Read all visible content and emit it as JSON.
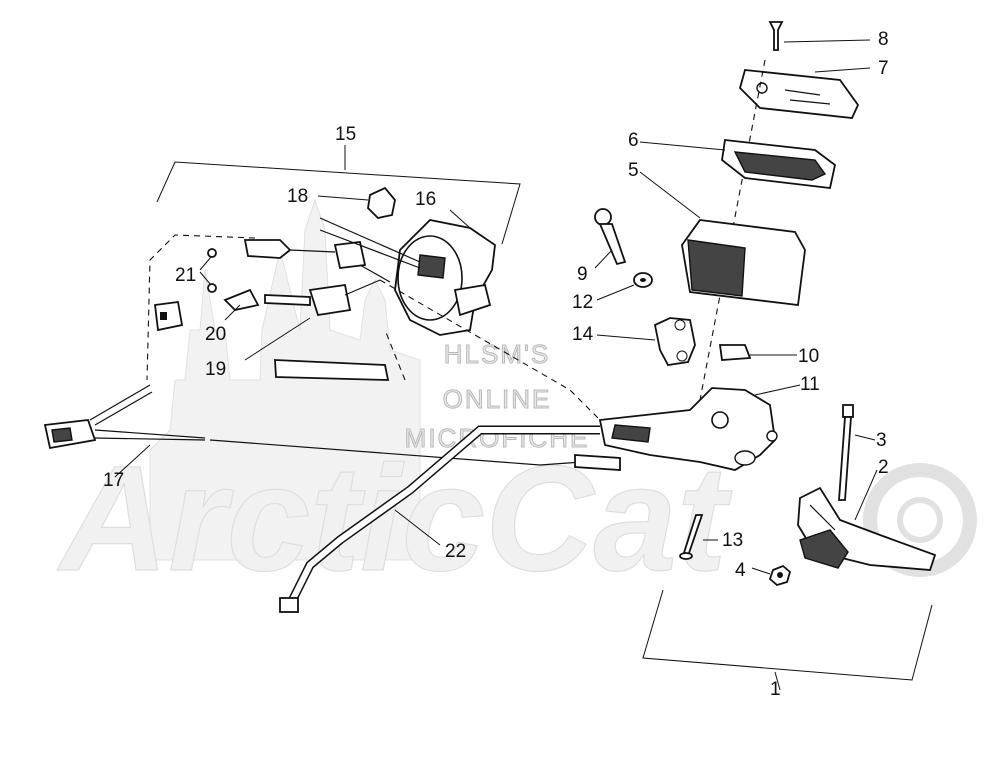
{
  "watermark": {
    "line1": "HLSM'S",
    "line2": "ONLINE",
    "line3": "MICROFICHE",
    "brand": "ArcticCat"
  },
  "callouts": [
    {
      "id": "c1",
      "label": "1"
    },
    {
      "id": "c2",
      "label": "2"
    },
    {
      "id": "c3",
      "label": "3"
    },
    {
      "id": "c4",
      "label": "4"
    },
    {
      "id": "c5",
      "label": "5"
    },
    {
      "id": "c6",
      "label": "6"
    },
    {
      "id": "c7",
      "label": "7"
    },
    {
      "id": "c8",
      "label": "8"
    },
    {
      "id": "c9",
      "label": "9"
    },
    {
      "id": "c10",
      "label": "10"
    },
    {
      "id": "c11",
      "label": "11"
    },
    {
      "id": "c12",
      "label": "12"
    },
    {
      "id": "c13",
      "label": "13"
    },
    {
      "id": "c14",
      "label": "14"
    },
    {
      "id": "c15",
      "label": "15"
    },
    {
      "id": "c16",
      "label": "16"
    },
    {
      "id": "c17",
      "label": "17"
    },
    {
      "id": "c18",
      "label": "18"
    },
    {
      "id": "c19",
      "label": "19"
    },
    {
      "id": "c20",
      "label": "20"
    },
    {
      "id": "c21",
      "label": "21"
    },
    {
      "id": "c22",
      "label": "22"
    }
  ]
}
